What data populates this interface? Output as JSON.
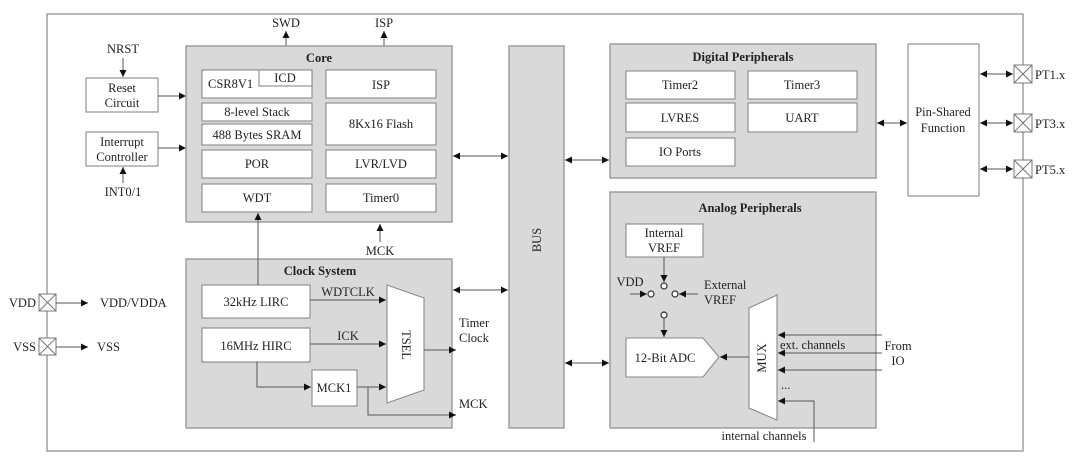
{
  "title": "Microcontroller Block Diagram",
  "colors": {
    "group_fill": "#d9d9d9",
    "block_fill": "#ffffff",
    "border": "#9a9a9a",
    "wire": "#555555",
    "text": "#222222"
  },
  "external_signals": {
    "nrst": "NRST",
    "int": "INT0/1",
    "swd": "SWD",
    "isp": "ISP",
    "mck_to_core": "MCK"
  },
  "reset_circuit": {
    "line1": "Reset",
    "line2": "Circuit"
  },
  "interrupt_controller": {
    "line1": "Interrupt",
    "line2": "Controller"
  },
  "core": {
    "title": "Core",
    "cpu": "CSR8V1",
    "icd": "ICD",
    "isp": "ISP",
    "stack": "8-level Stack",
    "sram": "488 Bytes SRAM",
    "flash": "8Kx16 Flash",
    "por": "POR",
    "lvr": "LVR/LVD",
    "wdt": "WDT",
    "timer0": "Timer0"
  },
  "clock_system": {
    "title": "Clock System",
    "lirc": "32kHz LIRC",
    "hirc": "16MHz HIRC",
    "mck1": "MCK1",
    "tsel": "TSEL",
    "wdtclk": "WDTCLK",
    "ick": "ICK",
    "timer_clock_line1": "Timer",
    "timer_clock_line2": "Clock",
    "mck_out": "MCK"
  },
  "bus": {
    "label": "BUS"
  },
  "digital": {
    "title": "Digital Peripherals",
    "items": [
      "Timer2",
      "Timer3",
      "LVRES",
      "UART",
      "IO Ports"
    ]
  },
  "analog": {
    "title": "Analog Peripherals",
    "internal_vref_line1": "Internal",
    "internal_vref_line2": "VREF",
    "vdd": "VDD",
    "external_vref_line1": "External",
    "external_vref_line2": "VREF",
    "adc": "12-Bit ADC",
    "mux": "MUX",
    "ext_channels": "ext. channels",
    "ellipsis": "...",
    "from_io_line1": "From",
    "from_io_line2": "IO",
    "internal_channels": "internal channels"
  },
  "pin_shared": {
    "line1": "Pin-Shared",
    "line2": "Function"
  },
  "pins": {
    "right": [
      "PT1.x",
      "PT3.x",
      "PT5.x"
    ],
    "vdd": "VDD",
    "vdd_out": "VDD/VDDA",
    "vss": "VSS",
    "vss_out": "VSS"
  }
}
